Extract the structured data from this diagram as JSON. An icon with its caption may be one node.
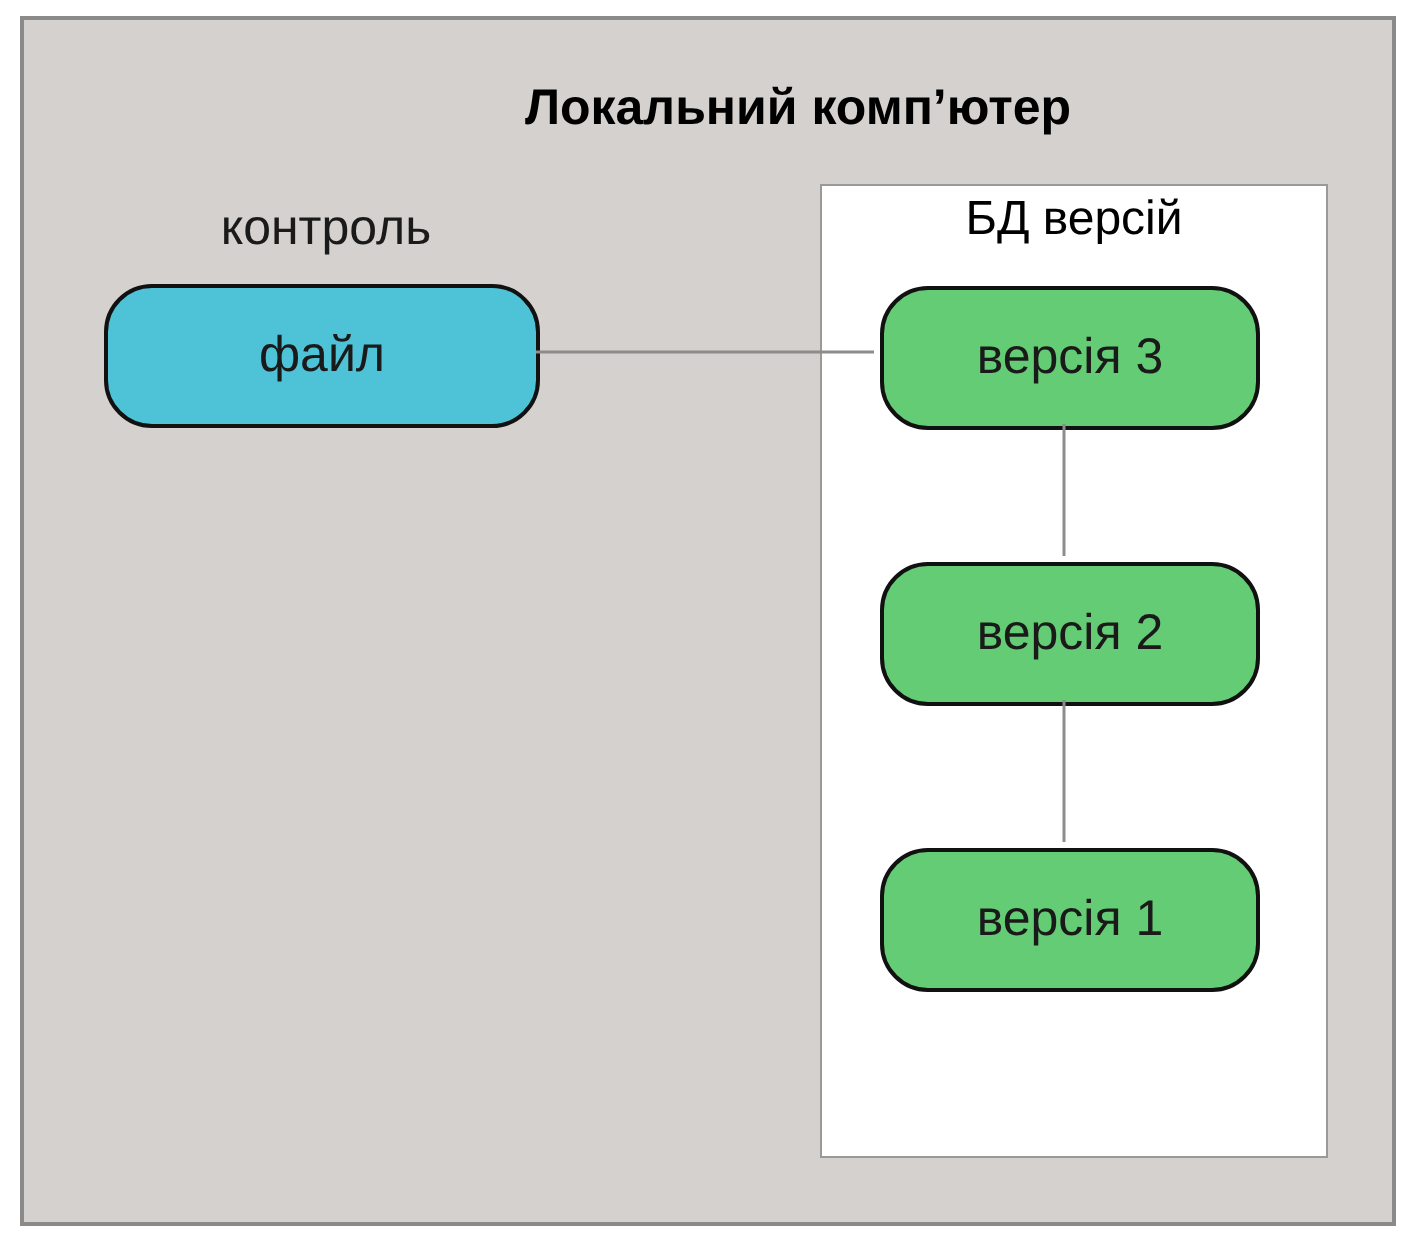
{
  "diagram": {
    "nodes": [
      {
        "text": [
          "Локальний комп’ютер"
        ]
      },
      {
        "text": [
          "файл"
        ],
        "in": 0,
        "beside": [
          "контроль"
        ]
      },
      {
        "text": [
          "БД версій"
        ],
        "in": 0
      },
      {
        "text": [
          "версія 3"
        ],
        "in": 2
      },
      {
        "text": [
          "версія 2"
        ],
        "in": 2
      },
      {
        "text": [
          "версія 1"
        ],
        "in": 2
      }
    ],
    "edges": [
      {
        "from": 1,
        "to": 3,
        "arrow": "none"
      },
      {
        "from": 3,
        "to": 4,
        "arrow": "none"
      },
      {
        "from": 4,
        "to": 5,
        "arrow": "none"
      }
    ]
  }
}
